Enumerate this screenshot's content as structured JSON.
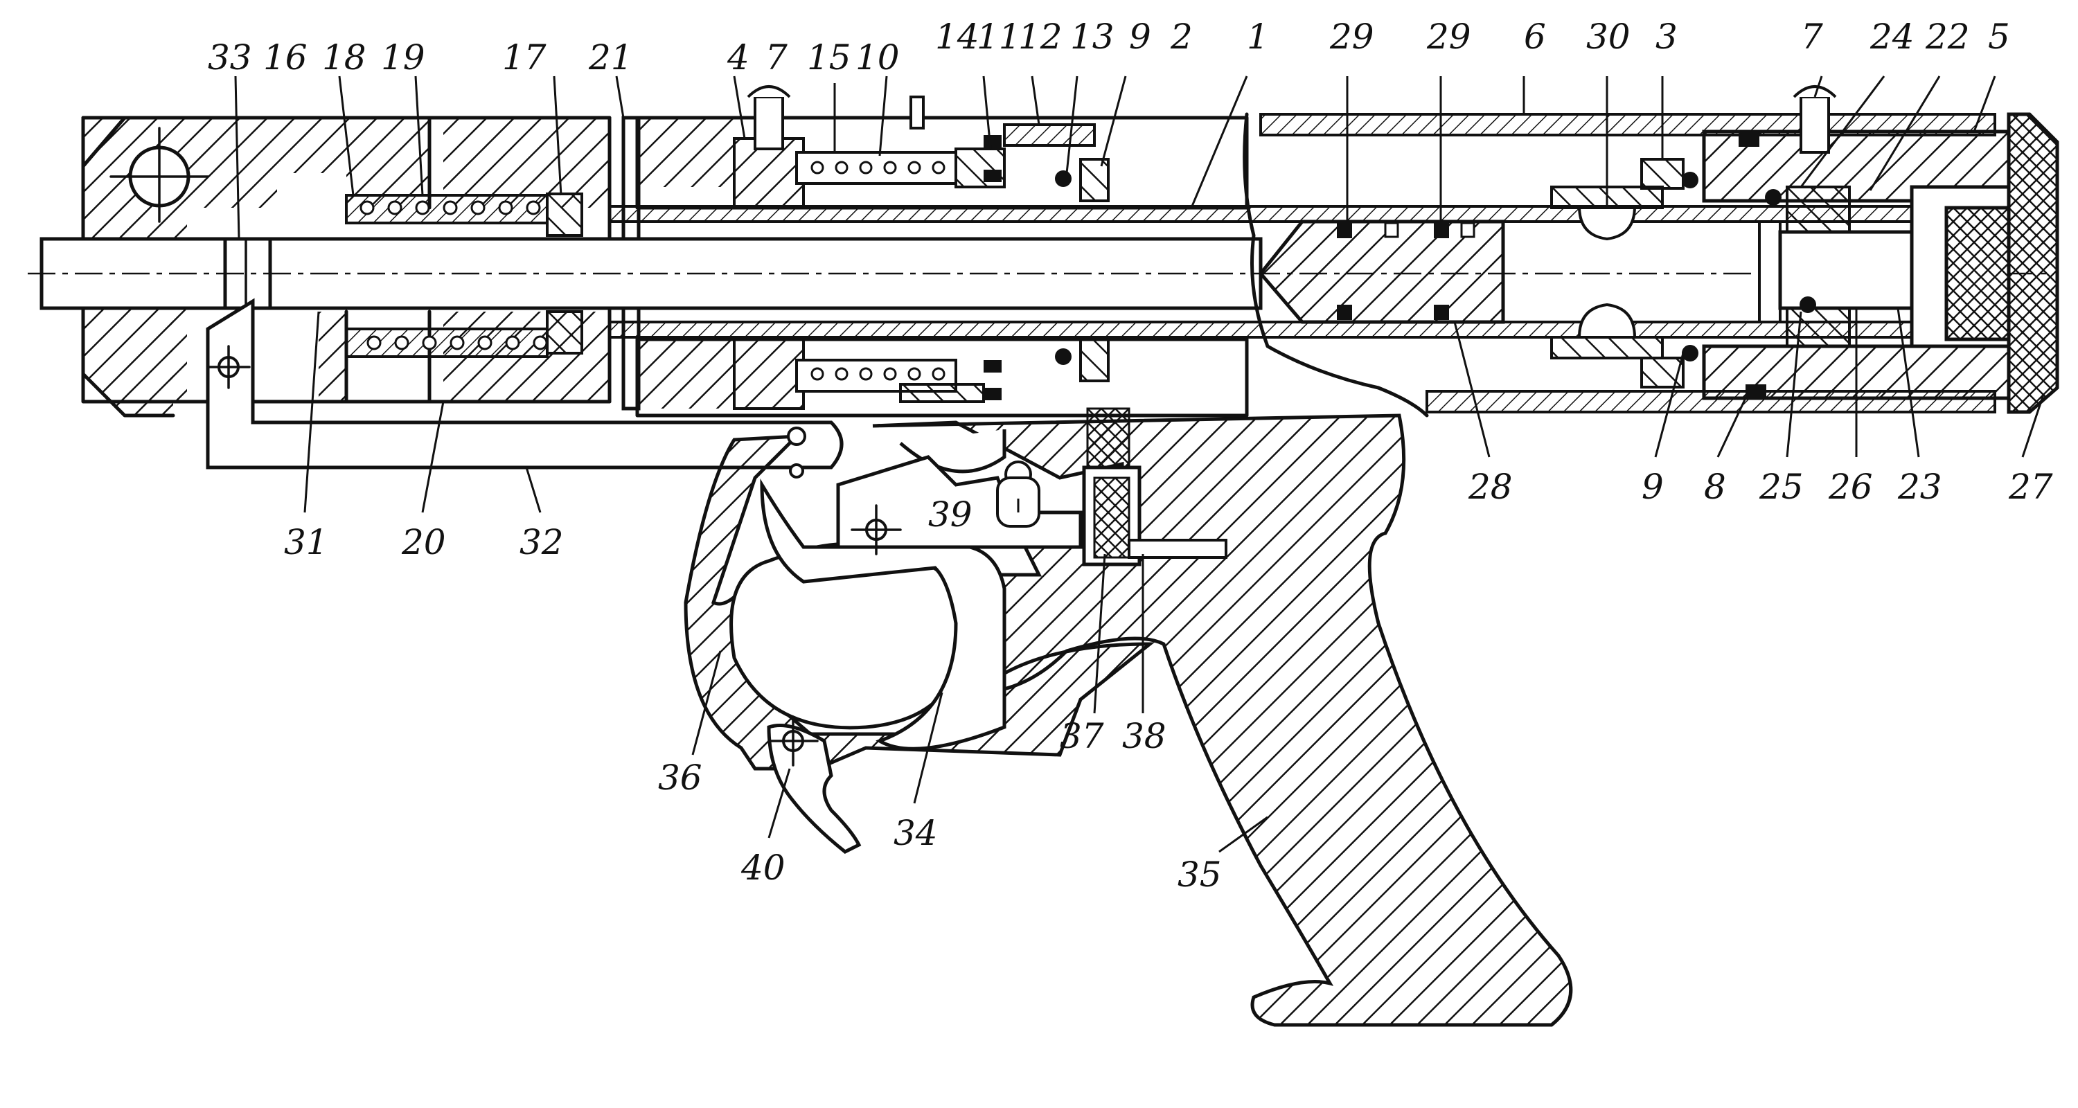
{
  "labels": [
    {
      "id": "l33",
      "text": "33"
    },
    {
      "id": "l16",
      "text": "16"
    },
    {
      "id": "l18",
      "text": "18"
    },
    {
      "id": "l19",
      "text": "19"
    },
    {
      "id": "l17",
      "text": "17"
    },
    {
      "id": "l21",
      "text": "21"
    },
    {
      "id": "l4",
      "text": "4"
    },
    {
      "id": "l7a",
      "text": "7"
    },
    {
      "id": "l15",
      "text": "15"
    },
    {
      "id": "l10",
      "text": "10"
    },
    {
      "id": "l14",
      "text": "14"
    },
    {
      "id": "l11",
      "text": "11"
    },
    {
      "id": "l12",
      "text": "12"
    },
    {
      "id": "l13",
      "text": "13"
    },
    {
      "id": "l9a",
      "text": "9"
    },
    {
      "id": "l2",
      "text": "2"
    },
    {
      "id": "l1",
      "text": "1"
    },
    {
      "id": "l29a",
      "text": "29"
    },
    {
      "id": "l29b",
      "text": "29"
    },
    {
      "id": "l6",
      "text": "6"
    },
    {
      "id": "l30",
      "text": "30"
    },
    {
      "id": "l3",
      "text": "3"
    },
    {
      "id": "l7b",
      "text": "7"
    },
    {
      "id": "l24",
      "text": "24"
    },
    {
      "id": "l22",
      "text": "22"
    },
    {
      "id": "l5",
      "text": "5"
    },
    {
      "id": "l31",
      "text": "31"
    },
    {
      "id": "l20",
      "text": "20"
    },
    {
      "id": "l32",
      "text": "32"
    },
    {
      "id": "l28",
      "text": "28"
    },
    {
      "id": "l9b",
      "text": "9"
    },
    {
      "id": "l8",
      "text": "8"
    },
    {
      "id": "l25",
      "text": "25"
    },
    {
      "id": "l26",
      "text": "26"
    },
    {
      "id": "l23",
      "text": "23"
    },
    {
      "id": "l27",
      "text": "27"
    },
    {
      "id": "l39",
      "text": "39"
    },
    {
      "id": "l37",
      "text": "37"
    },
    {
      "id": "l38",
      "text": "38"
    },
    {
      "id": "l36",
      "text": "36"
    },
    {
      "id": "l34",
      "text": "34"
    },
    {
      "id": "l40",
      "text": "40"
    },
    {
      "id": "l35",
      "text": "35"
    }
  ]
}
